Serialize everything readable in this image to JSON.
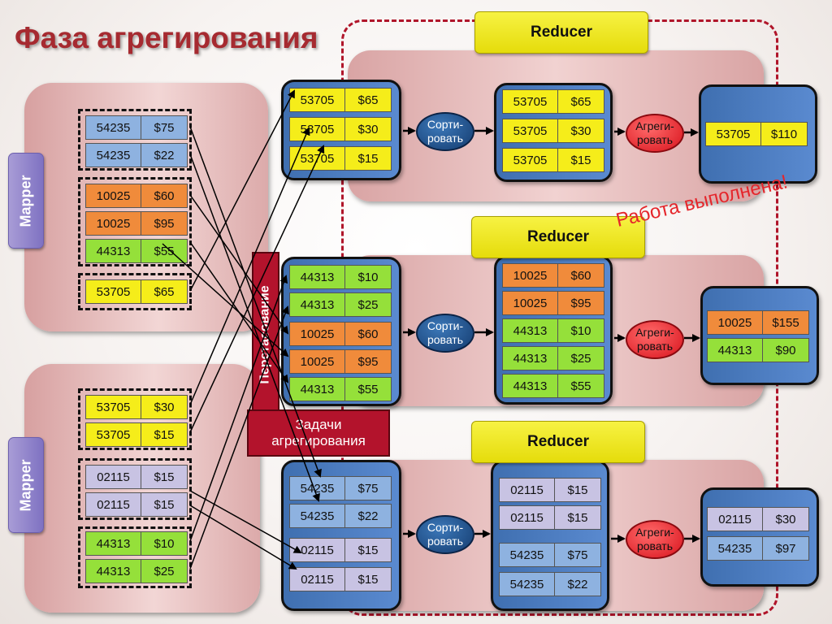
{
  "title": "Фаза агрегирования",
  "mapper_label": "Mapper",
  "shuffle_label": "Перетасование",
  "tasks_label": [
    "Задачи",
    "агрегирования"
  ],
  "done_label": "Работа выполнена!",
  "sort_label": [
    "Сорти-",
    "ровать"
  ],
  "agg_label": [
    "Агреги-",
    "ровать"
  ],
  "colors": {
    "blue": "#8eb2e0",
    "orange": "#f08b3b",
    "green": "#95e03a",
    "yellow": "#f5ed1a",
    "lavender": "#c8c3e3",
    "accent_red": "#b3132c",
    "title": "#a62a30"
  },
  "mappers": [
    {
      "groups": [
        [
          [
            "54235",
            "$75",
            "blue"
          ],
          [
            "54235",
            "$22",
            "blue"
          ]
        ],
        [
          [
            "10025",
            "$60",
            "orange"
          ],
          [
            "10025",
            "$95",
            "orange"
          ],
          [
            "44313",
            "$55",
            "green"
          ]
        ],
        [
          [
            "53705",
            "$65",
            "yellow"
          ]
        ]
      ]
    },
    {
      "groups": [
        [
          [
            "53705",
            "$30",
            "yellow"
          ],
          [
            "53705",
            "$15",
            "yellow"
          ]
        ],
        [
          [
            "02115",
            "$15",
            "lavender"
          ],
          [
            "02115",
            "$15",
            "lavender"
          ]
        ],
        [
          [
            "44313",
            "$10",
            "green"
          ],
          [
            "44313",
            "$25",
            "green"
          ]
        ]
      ]
    }
  ],
  "reducers": [
    {
      "label": "Reducer",
      "input": [
        [
          "53705",
          "$65",
          "yellow"
        ],
        [
          "53705",
          "$30",
          "yellow"
        ],
        [
          "53705",
          "$15",
          "yellow"
        ]
      ],
      "sorted": [
        [
          "53705",
          "$65",
          "yellow"
        ],
        [
          "53705",
          "$30",
          "yellow"
        ],
        [
          "53705",
          "$15",
          "yellow"
        ]
      ],
      "output": [
        [
          "53705",
          "$110",
          "yellow"
        ]
      ]
    },
    {
      "label": "Reducer",
      "input": [
        [
          "44313",
          "$10",
          "green"
        ],
        [
          "44313",
          "$25",
          "green"
        ],
        [
          "10025",
          "$60",
          "orange"
        ],
        [
          "10025",
          "$95",
          "orange"
        ],
        [
          "44313",
          "$55",
          "green"
        ]
      ],
      "sorted": [
        [
          "10025",
          "$60",
          "orange"
        ],
        [
          "10025",
          "$95",
          "orange"
        ],
        [
          "44313",
          "$10",
          "green"
        ],
        [
          "44313",
          "$25",
          "green"
        ],
        [
          "44313",
          "$55",
          "green"
        ]
      ],
      "output": [
        [
          "10025",
          "$155",
          "orange"
        ],
        [
          "44313",
          "$90",
          "green"
        ]
      ]
    },
    {
      "label": "Reducer",
      "input": [
        [
          "54235",
          "$75",
          "blue"
        ],
        [
          "54235",
          "$22",
          "blue"
        ],
        [
          "02115",
          "$15",
          "lavender"
        ],
        [
          "02115",
          "$15",
          "lavender"
        ]
      ],
      "sorted": [
        [
          "02115",
          "$15",
          "lavender"
        ],
        [
          "02115",
          "$15",
          "lavender"
        ],
        [
          "54235",
          "$75",
          "blue"
        ],
        [
          "54235",
          "$22",
          "blue"
        ]
      ],
      "output": [
        [
          "02115",
          "$30",
          "lavender"
        ],
        [
          "54235",
          "$97",
          "blue"
        ]
      ]
    }
  ]
}
